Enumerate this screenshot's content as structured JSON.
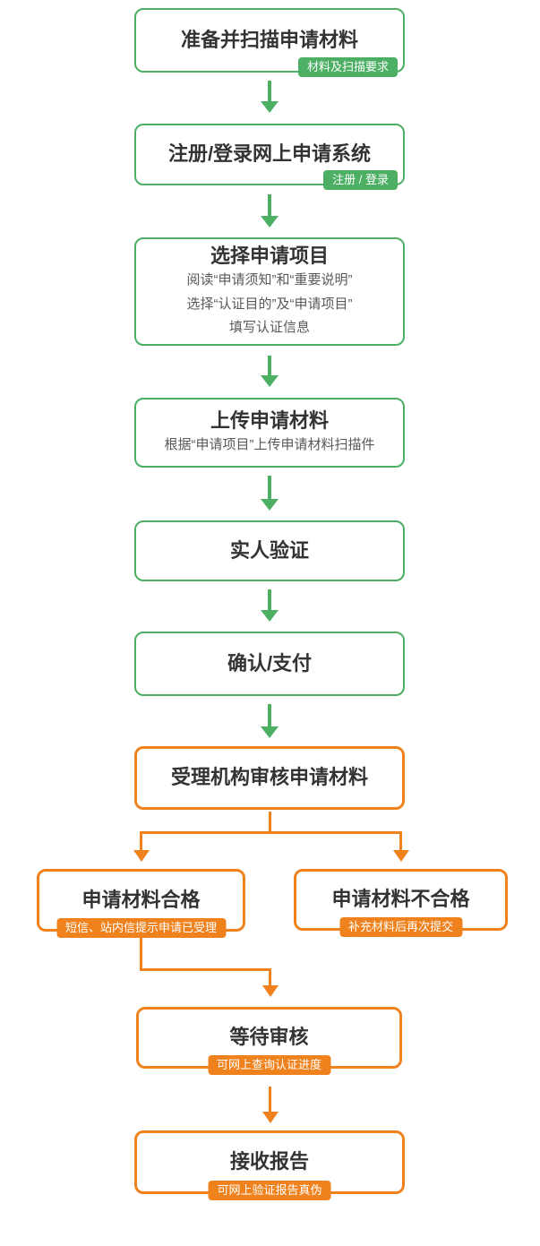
{
  "colors": {
    "green": "#4CAF64",
    "orange": "#F0821E",
    "title_text": "#333333",
    "subtitle_text": "#595959",
    "badge_text": "#FFFFFF",
    "background": "#FFFFFF"
  },
  "flow": {
    "steps": [
      {
        "title": "准备并扫描申请材料",
        "badge": "材料及扫描要求"
      },
      {
        "title": "注册/登录网上申请系统",
        "badge": "注册 / 登录"
      },
      {
        "title": "选择申请项目",
        "lines": [
          "阅读“申请须知”和“重要说明”",
          "选择“认证目的”及“申请项目”",
          "填写认证信息"
        ]
      },
      {
        "title": "上传申请材料",
        "lines": [
          "根据“申请项目”上传申请材料扫描件"
        ]
      },
      {
        "title": "实人验证"
      },
      {
        "title": "确认/支付"
      },
      {
        "title": "受理机构审核申请材料"
      },
      {
        "title": "申请材料合格",
        "badge": "短信、站内信提示申请已受理"
      },
      {
        "title": "申请材料不合格",
        "badge": "补充材料后再次提交"
      },
      {
        "title": "等待审核",
        "badge": "可网上查询认证进度"
      },
      {
        "title": "接收报告",
        "badge": "可网上验证报告真伪"
      }
    ]
  }
}
